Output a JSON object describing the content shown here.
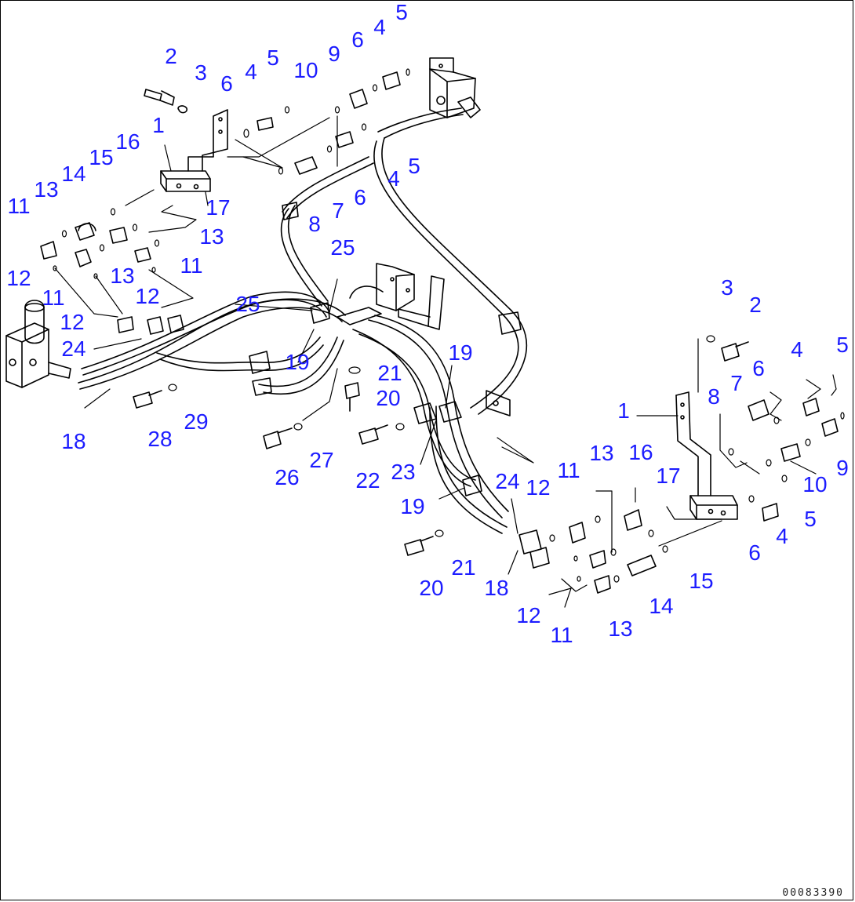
{
  "diagram": {
    "callouts": [
      "2",
      "3",
      "6",
      "4",
      "5",
      "10",
      "9",
      "6",
      "4",
      "5",
      "1",
      "16",
      "15",
      "14",
      "13",
      "11",
      "17",
      "13",
      "13",
      "11",
      "12",
      "12",
      "11",
      "12",
      "25",
      "25",
      "24",
      "19",
      "21",
      "20",
      "18",
      "28",
      "29",
      "26",
      "27",
      "22",
      "23",
      "8",
      "7",
      "6",
      "5",
      "4",
      "3",
      "2",
      "4",
      "5",
      "6",
      "7",
      "8",
      "1",
      "13",
      "16",
      "17",
      "11",
      "12",
      "9",
      "10",
      "5",
      "6",
      "4",
      "15",
      "14",
      "13",
      "11",
      "12",
      "18",
      "20",
      "21",
      "24",
      "19",
      "19"
    ],
    "drawing_number": "00083390",
    "colors": {
      "callout": "#1c1cff",
      "line": "#000000"
    }
  }
}
